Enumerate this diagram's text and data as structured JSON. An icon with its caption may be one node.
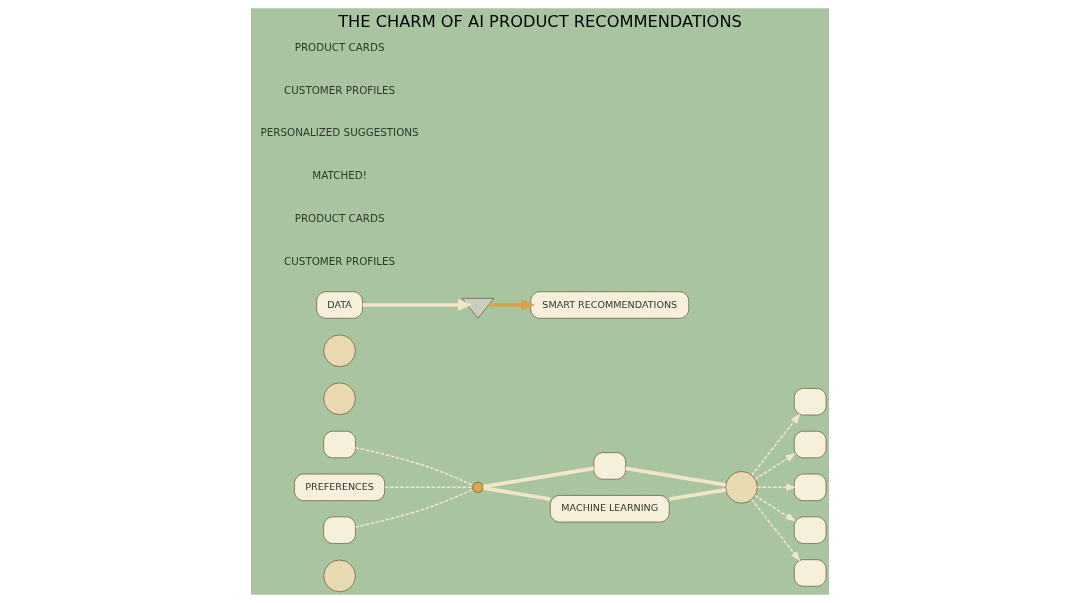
{
  "diagram": {
    "title": "THE CHARM OF AI PRODUCT RECOMMENDATIONS",
    "nodes": [
      {
        "text": [],
        "shape": "circle"
      },
      {
        "text": [],
        "shape": "box"
      },
      {
        "text": [],
        "shape": "circle"
      },
      {
        "text": [
          "PREFERENCES"
        ]
      },
      {
        "text": [],
        "shape": "circle"
      },
      {
        "text": [],
        "shape": "box"
      },
      {
        "text": [],
        "shape": "dot"
      },
      {
        "text": [],
        "shape": "box"
      },
      {
        "text": [
          "MACHINE LEARNING"
        ]
      },
      {
        "text": [],
        "shape": "circle"
      },
      {
        "text": [],
        "shape": "box"
      },
      {
        "text": [],
        "shape": "box"
      },
      {
        "text": [],
        "shape": "box"
      },
      {
        "text": [],
        "shape": "box"
      },
      {
        "text": [],
        "shape": "box"
      },
      {
        "text": [
          "DATA"
        ]
      },
      {
        "text": [],
        "shape": "triangle"
      },
      {
        "text": [
          "SMART RECOMMENDATIONS"
        ]
      }
    ],
    "edges": [
      {
        "from": 1,
        "to": 6,
        "arrow": "none",
        "style": "dashed"
      },
      {
        "from": 3,
        "to": 6,
        "arrow": "none",
        "style": "dashed"
      },
      {
        "from": 5,
        "to": 6,
        "arrow": "none",
        "style": "dashed"
      },
      {
        "from": 6,
        "to": 7,
        "arrow": "none",
        "style": "thick"
      },
      {
        "from": 6,
        "to": 8,
        "arrow": "none",
        "style": "thick"
      },
      {
        "from": 7,
        "to": 9,
        "arrow": "none",
        "style": "thick"
      },
      {
        "from": 8,
        "to": 9,
        "arrow": "none",
        "style": "thick"
      },
      {
        "from": 9,
        "to": 10,
        "arrow": "to",
        "style": "dashed"
      },
      {
        "from": 9,
        "to": 11,
        "arrow": "to",
        "style": "dashed"
      },
      {
        "from": 9,
        "to": 12,
        "arrow": "to",
        "style": "dashed"
      },
      {
        "from": 9,
        "to": 13,
        "arrow": "to",
        "style": "dashed"
      },
      {
        "from": 9,
        "to": 14,
        "arrow": "to",
        "style": "dashed"
      },
      {
        "from": 15,
        "to": 16,
        "arrow": "to",
        "style": "thick"
      },
      {
        "from": 16,
        "to": 17,
        "arrow": "to",
        "style": "thick",
        "color": "#d9a44e"
      }
    ],
    "labels": [
      "CUSTOMER PROFILES",
      "PRODUCT CARDS",
      "MATCHED!",
      "PERSONALIZED SUGGESTIONS",
      "CUSTOMER PROFILES",
      "PRODUCT CARDS"
    ]
  }
}
